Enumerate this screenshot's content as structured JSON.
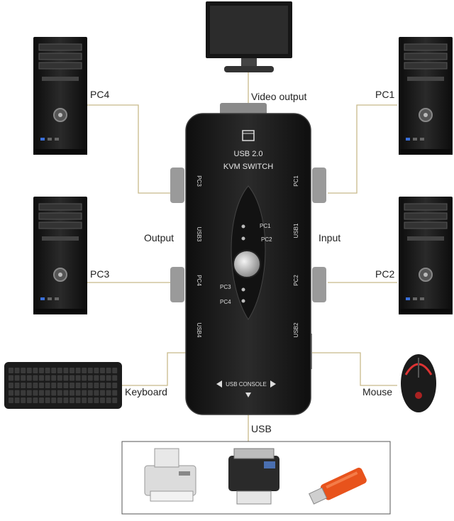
{
  "labels": {
    "video_output": "Video output",
    "pc1": "PC1",
    "pc2": "PC2",
    "pc3": "PC3",
    "pc4": "PC4",
    "output": "Output",
    "input": "Input",
    "keyboard": "Keyboard",
    "mouse": "Mouse",
    "usb": "USB"
  },
  "switch_box": {
    "title_line1": "USB 2.0",
    "title_line2": "KVM SWITCH",
    "port_pc1": "PC1",
    "port_pc2": "PC2",
    "port_pc3": "PC3",
    "port_pc4": "PC4",
    "port_usb1": "USB1",
    "port_usb2": "USB2",
    "port_usb3": "USB3",
    "port_usb4": "USB4",
    "led_pc1": "PC1",
    "led_pc2": "PC2",
    "led_pc3": "PC3",
    "led_pc4": "PC4",
    "console": "USB CONSOLE"
  },
  "colors": {
    "line": "#c8b98a",
    "box": "#1c1c1c",
    "tower": "#151515",
    "usb_stick": "#e8531c"
  }
}
